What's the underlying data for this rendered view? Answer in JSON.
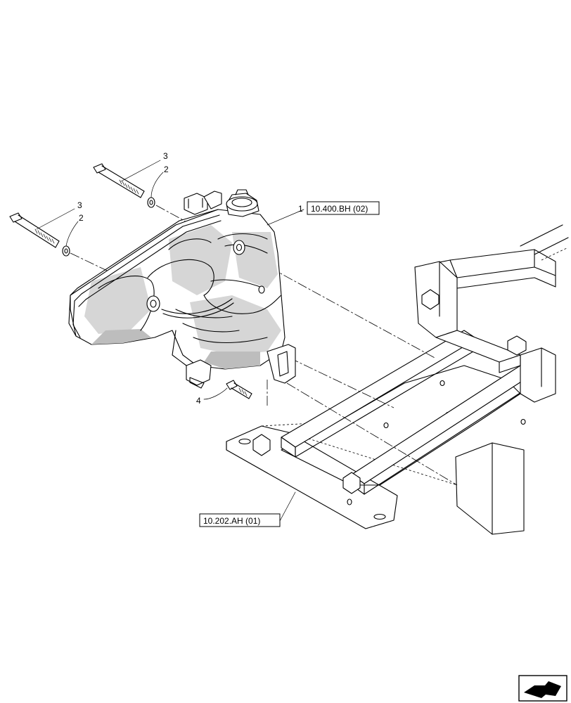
{
  "callouts": [
    {
      "id": "c3a",
      "text": "3"
    },
    {
      "id": "c2a",
      "text": "2"
    },
    {
      "id": "c3b",
      "text": "3"
    },
    {
      "id": "c2b",
      "text": "2"
    },
    {
      "id": "c1",
      "text": "1"
    },
    {
      "id": "c4",
      "text": "4"
    }
  ],
  "references": {
    "tank_ref": "10.400.BH (02)",
    "frame_ref": "10.202.AH (01)"
  },
  "icons": {
    "corner": "navigation-arrow-icon"
  }
}
